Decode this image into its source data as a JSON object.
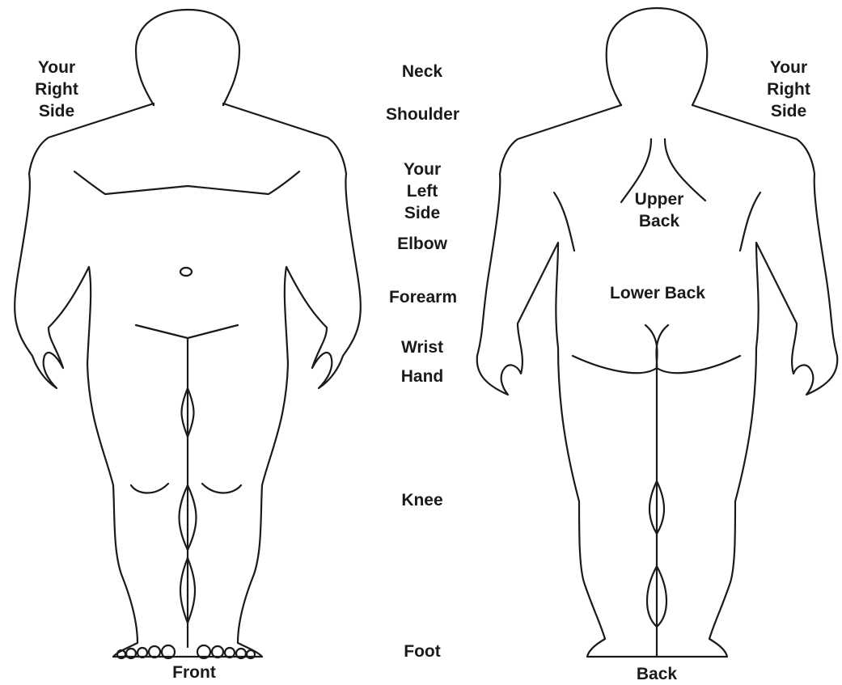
{
  "figures": {
    "front": {
      "caption": "Front"
    },
    "back": {
      "caption": "Back"
    }
  },
  "labels": {
    "right_side_left": "Your\nRight\nSide",
    "right_side_right": "Your\nRight\nSide",
    "neck": "Neck",
    "shoulder": "Shoulder",
    "left_side": "Your\nLeft\nSide",
    "elbow": "Elbow",
    "forearm": "Forearm",
    "wrist": "Wrist",
    "hand": "Hand",
    "knee": "Knee",
    "foot": "Foot",
    "upper_back": "Upper\nBack",
    "lower_back": "Lower Back"
  },
  "colors": {
    "line": "#1a1a1a",
    "background": "#ffffff"
  }
}
